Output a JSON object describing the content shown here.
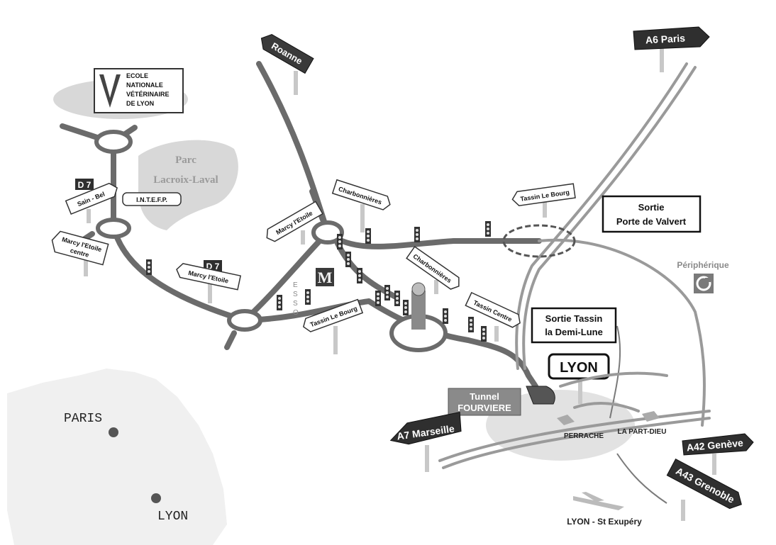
{
  "school": {
    "line1": "ECOLE",
    "line2": "NATIONALE",
    "line3": "VÉTÉRINAIRE",
    "line4": "DE LYON"
  },
  "park": {
    "line1": "Parc",
    "line2": "Lacroix-Laval"
  },
  "intefp": "I.N.T.E.F.P.",
  "road_badge_d7_a": "D 7",
  "road_badge_d7_b": "D 7",
  "signs": {
    "roanne": "Roanne",
    "a6_paris": "A6 Paris",
    "sain_bel": "Sain - Bel",
    "marcy_centre_1": "Marcy l'Etoile",
    "marcy_centre_2": "centre",
    "marcy_etoile_a": "Marcy l'Etoile",
    "marcy_etoile_b": "Marcy l'Etoile",
    "charbonnieres_a": "Charbonnières",
    "charbonnieres_b": "Charbonnières",
    "tassin_bourg_a": "Tassin Le Bourg",
    "tassin_bourg_b": "Tassin Le Bourg",
    "tassin_centre": "Tassin Centre",
    "a7_marseille": "A7 Marseille",
    "a42_geneve": "A42 Genève",
    "a43_grenoble": "A43 Grenoble"
  },
  "esso": [
    "E",
    "S",
    "S",
    "O"
  ],
  "mcdonalds_icon": "mcdonalds-icon",
  "sortie_valvert": {
    "line1": "Sortie",
    "line2": "Porte de Valvert"
  },
  "peripherique": "Périphérique",
  "sortie_tassin": {
    "line1": "Sortie Tassin",
    "line2": "la Demi-Lune"
  },
  "lyon_main": "LYON",
  "tunnel": {
    "line1": "Tunnel",
    "line2": "FOURVIERE"
  },
  "perrache": "PERRACHE",
  "part_dieu": "LA PART-DIEU",
  "airport": "LYON - St Exupéry",
  "france_inset": {
    "paris": "PARIS",
    "lyon": "LYON"
  }
}
